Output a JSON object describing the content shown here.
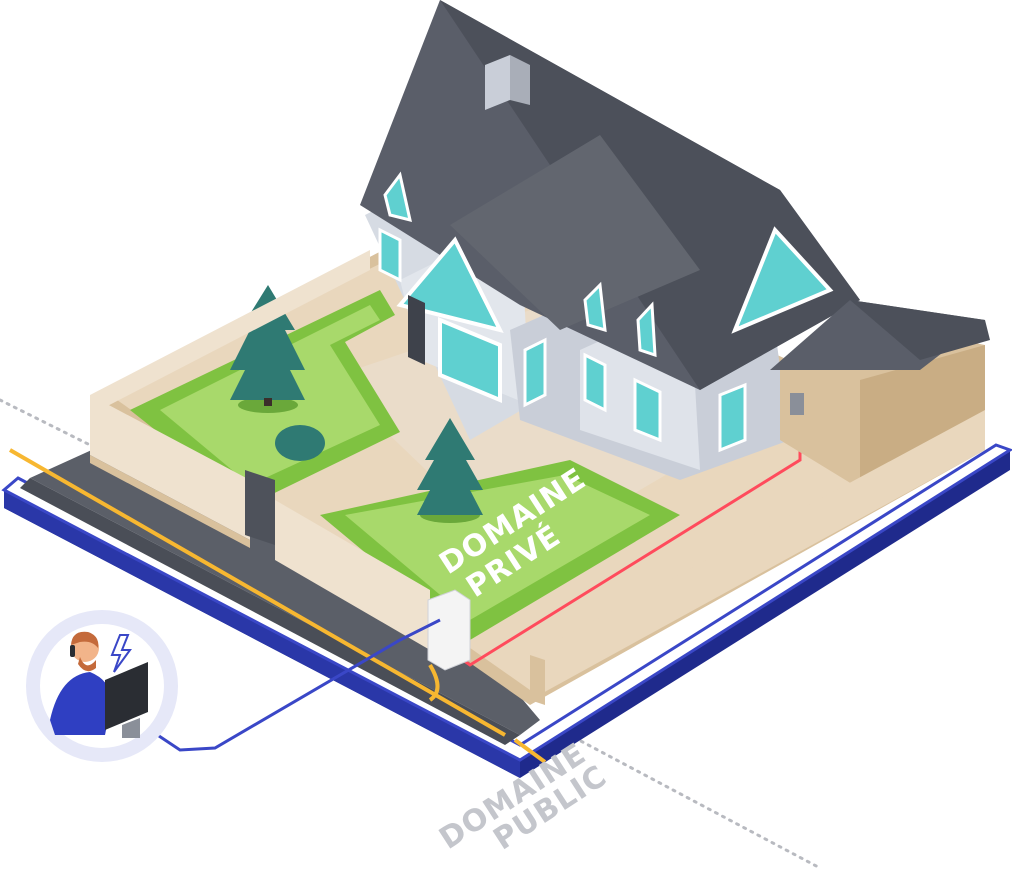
{
  "labels": {
    "private_line1": "DOMAINE",
    "private_line2": "PRIVÉ",
    "public_line1": "DOMAINE",
    "public_line2": "PUBLIC"
  },
  "colors": {
    "platform_blue": "#1f2a8c",
    "platform_edge": "#3a47c7",
    "road": "#5b5f68",
    "road_line": "#f7b731",
    "grass": "#7fc241",
    "grass_light": "#a8d96b",
    "tree": "#2f7a73",
    "wall": "#efe2cf",
    "wall_side": "#d9c19d",
    "roof": "#5a5e69",
    "house_wall": "#d6dbe3",
    "window": "#5fd0d0",
    "cable_red": "#ff4b5c",
    "cable_blue": "#3a47c7",
    "avatar_bg": "#e6e8f8",
    "label_gray": "#c4c6cc"
  },
  "icons": {
    "technician": "technician-at-computer-icon",
    "lightning": "lightning-icon"
  }
}
